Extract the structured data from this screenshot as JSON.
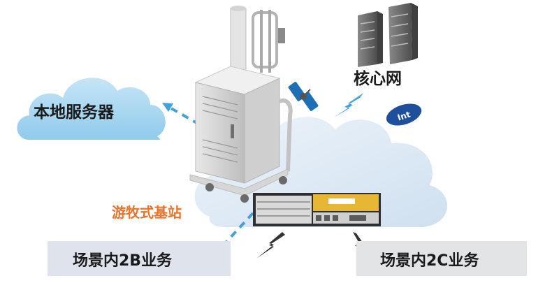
{
  "diagram": {
    "local_server_label": "本地服务器",
    "core_network_label": "核心网",
    "base_station_label": "游牧式基站",
    "scene_2b_label": "场景内2B业务",
    "scene_2c_label": "场景内2C业务",
    "internet_badge_label": "Int"
  },
  "colors": {
    "cloud_fill": "#a9d7ef",
    "cloud_fill_light": "#dceaf6",
    "dashed_line": "#41a2dc",
    "lightning": "#41a2dc",
    "badge": "#1e4f9c",
    "station_label": "#e8732b",
    "server_dark": "#6f6f6f",
    "rack_gold": "#e7b634"
  },
  "icons": [
    "cloud-icon",
    "server-tower-icon",
    "satellite-icon",
    "lightning-icon",
    "internet-badge-icon",
    "cabinet-icon",
    "rack-unit-icon"
  ]
}
